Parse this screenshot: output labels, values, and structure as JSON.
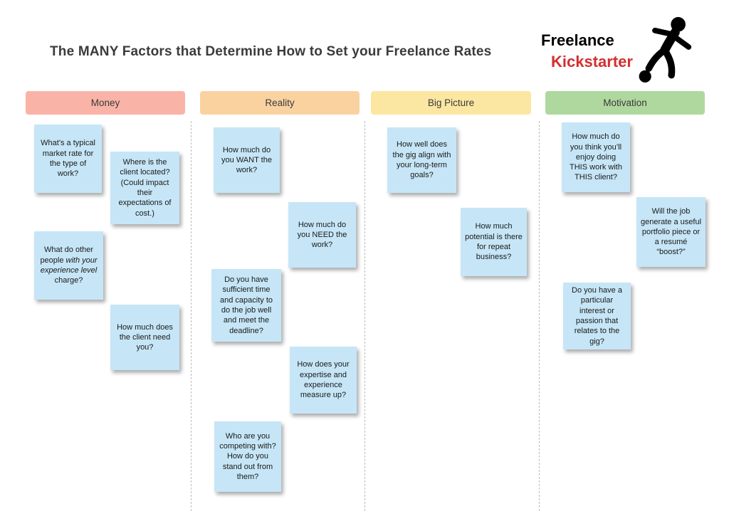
{
  "title": "The MANY Factors that Determine How to Set your Freelance Rates",
  "logo": {
    "word1": "Freelance",
    "word2": "Kickstarter",
    "word2_color": "#D32F2F",
    "icon": "kicking-figure-icon"
  },
  "board": {
    "note_color": "#C6E6F7",
    "columns": [
      {
        "label": "Money",
        "header_color": "#F9B3A7",
        "notes": [
          {
            "text": "What’s a typical market rate for the type of work?"
          },
          {
            "text": "Where is the client located? (Could impact their expectations of cost.)"
          },
          {
            "pre": "What do other people ",
            "italic": "with your experience level",
            "post": " charge?"
          },
          {
            "text": "How much does the client need you?"
          }
        ]
      },
      {
        "label": "Reality",
        "header_color": "#FAD2A0",
        "notes": [
          {
            "text": "How much do you WANT the work?"
          },
          {
            "text": "How much do you NEED the work?"
          },
          {
            "text": "Do you have sufficient time and capacity to do the job well and meet the deadline?"
          },
          {
            "text": "How does your expertise and experience measure up?"
          },
          {
            "text": "Who are you competing with? How do you stand out from them?"
          }
        ]
      },
      {
        "label": "Big Picture",
        "header_color": "#FBE7A1",
        "notes": [
          {
            "text": "How well does the gig align with your long-term goals?"
          },
          {
            "text": "How much potential is there for repeat business?"
          }
        ]
      },
      {
        "label": "Motivation",
        "header_color": "#AFD89E",
        "notes": [
          {
            "text": "How much do you think you’ll enjoy doing THIS work with THIS client?"
          },
          {
            "text": "Will the job generate a useful portfolio piece or a resumé “boost?”"
          },
          {
            "text": "Do you have a particular interest or passion that relates to the gig?"
          }
        ]
      }
    ]
  }
}
